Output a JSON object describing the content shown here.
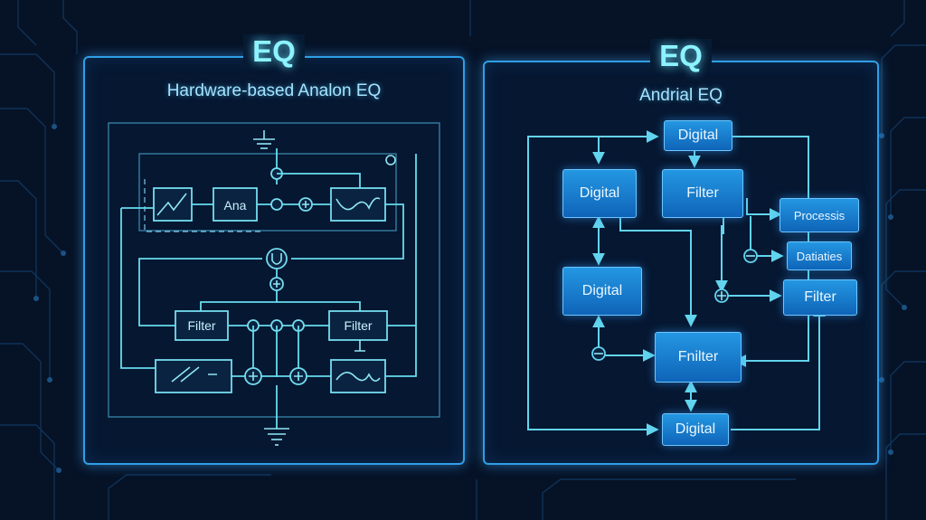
{
  "left_panel": {
    "heading": "EQ",
    "subheading": "Hardware-based Analon EQ",
    "labels": {
      "ana": "Ana",
      "filter_left": "Filter",
      "filter_right": "Filter"
    }
  },
  "right_panel": {
    "heading": "EQ",
    "subheading": "Andrial EQ",
    "boxes": {
      "digital_top": "Digital",
      "digital_left_upper": "Digital",
      "filter_upper": "Filter",
      "processis": "Processis",
      "datiaties": "Datiaties",
      "digital_left_lower": "Digital",
      "filter_right": "Filter",
      "fnilter": "Fnilter",
      "digital_bottom": "Digital"
    }
  },
  "colors": {
    "background": "#061226",
    "panel_border": "#2f9fe6",
    "heading": "#8cf3ff",
    "wire": "#66dcee",
    "block_fill": "#1a7ed1"
  }
}
